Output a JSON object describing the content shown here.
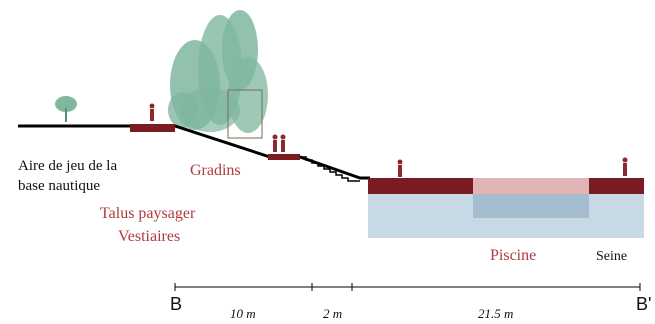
{
  "labels": {
    "aire_line1": "Aire de jeu de la",
    "aire_line2": "base nautique",
    "gradins": "Gradins",
    "talus": "Talus paysager",
    "vestiaires": "Vestiaires",
    "piscine": "Piscine",
    "seine": "Seine"
  },
  "section": {
    "start": "B",
    "end": "B'",
    "dimensions": [
      "10 m",
      "2 m",
      "21.5 m"
    ]
  },
  "colors": {
    "ground": "#000000",
    "deck": "#7a1c22",
    "pool": "#e1b5b5",
    "pool_deep": "#a6bdd0",
    "water": "#c7d9e4",
    "tree": "#7fb79f",
    "red_text": "#b23a3e",
    "figure": "#8a2a2e"
  }
}
